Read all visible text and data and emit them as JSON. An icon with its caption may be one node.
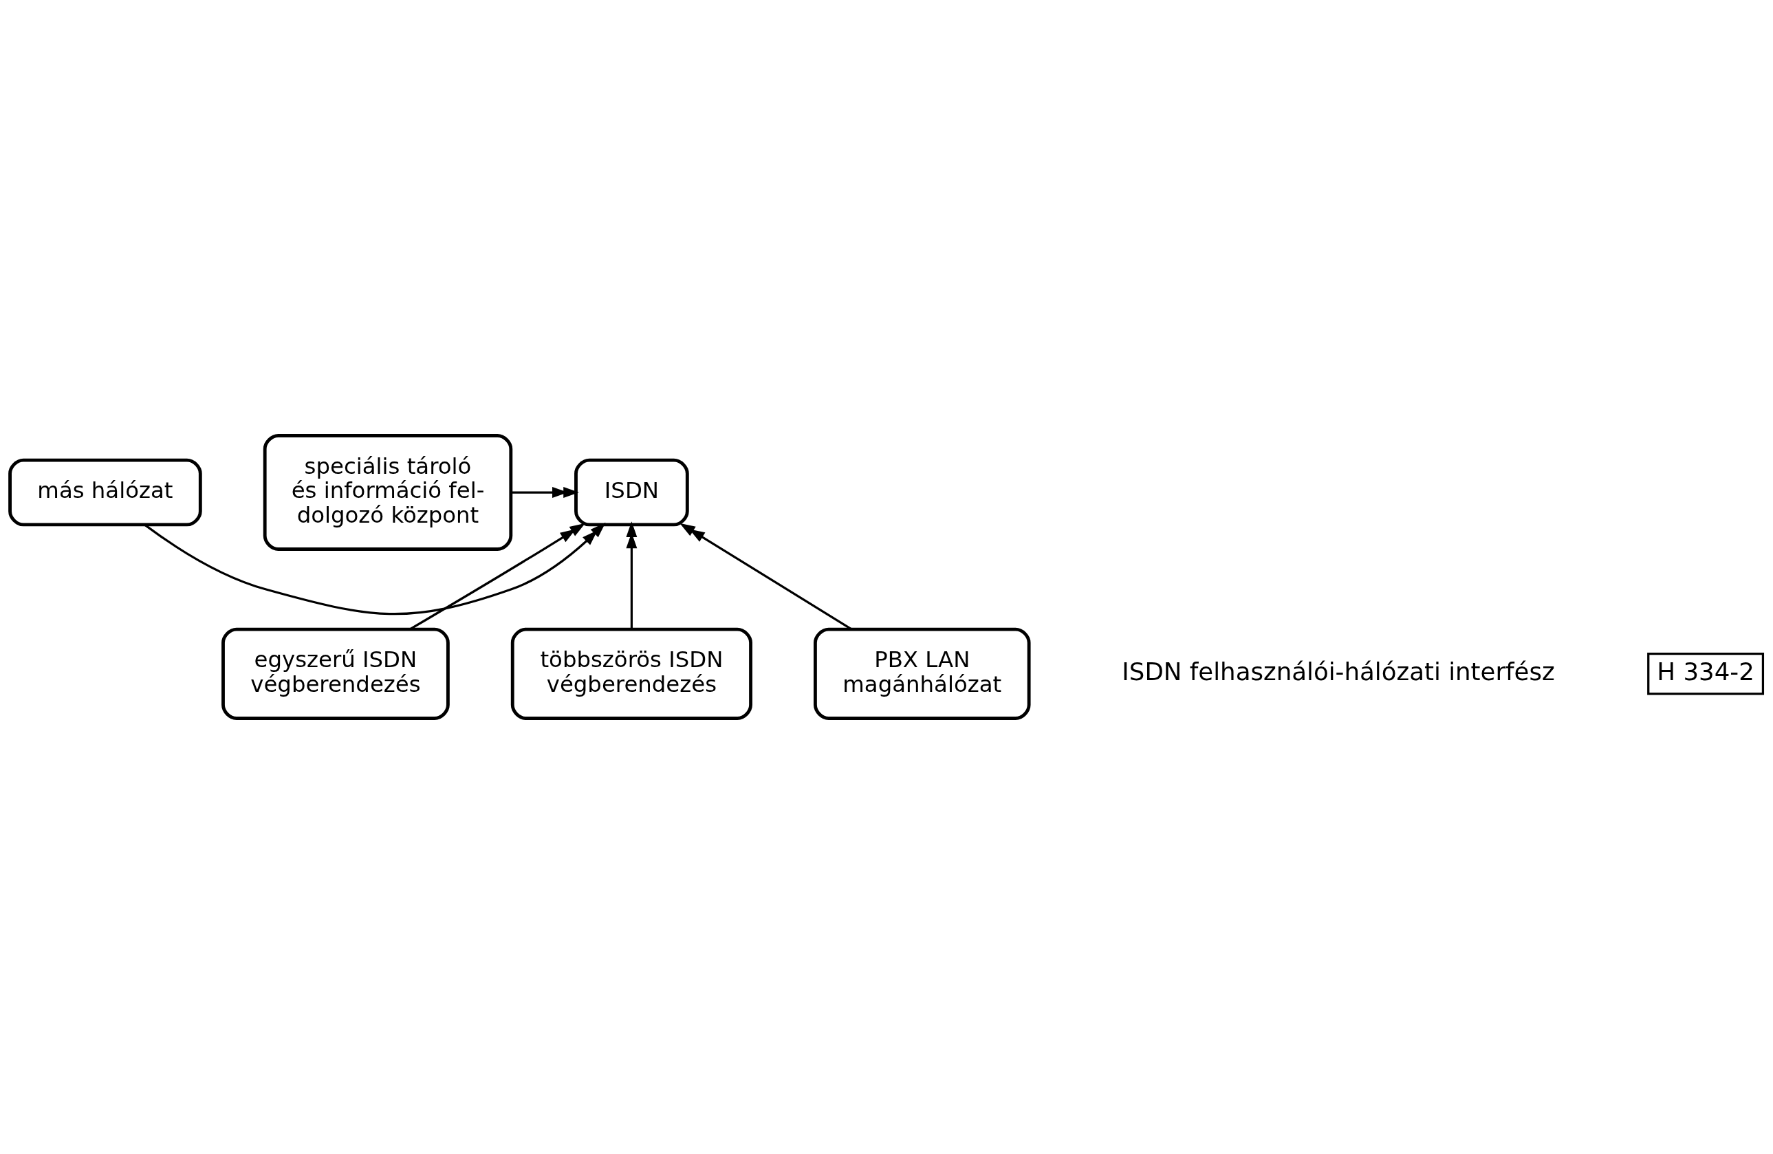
{
  "diagram": {
    "nodes": [
      {
        "text": [
          "más hálózat"
        ]
      },
      {
        "text": [
          "ISDN"
        ]
      },
      {
        "text": [
          "speciális tároló és információ fel- dolgozó központ"
        ]
      },
      {
        "text": [
          "egyszerű ISDN végberendezés"
        ]
      },
      {
        "text": [
          "többszörös ISDN végberendezés"
        ]
      },
      {
        "text": [
          "PBX LAN magánhálózat"
        ]
      }
    ],
    "edges": [
      {
        "from": 0,
        "to": 1,
        "arrow": "to"
      },
      {
        "from": 2,
        "to": 1,
        "arrow": "to"
      },
      {
        "from": 3,
        "to": 1,
        "arrow": "to"
      },
      {
        "from": 4,
        "to": 1,
        "arrow": "to"
      },
      {
        "from": 5,
        "to": 1,
        "arrow": "to"
      }
    ],
    "labels": [
      "H 334-2"
    ],
    "legend": [
      {
        "text": "ISDN felhasználói-hálózati interfész"
      }
    ]
  }
}
